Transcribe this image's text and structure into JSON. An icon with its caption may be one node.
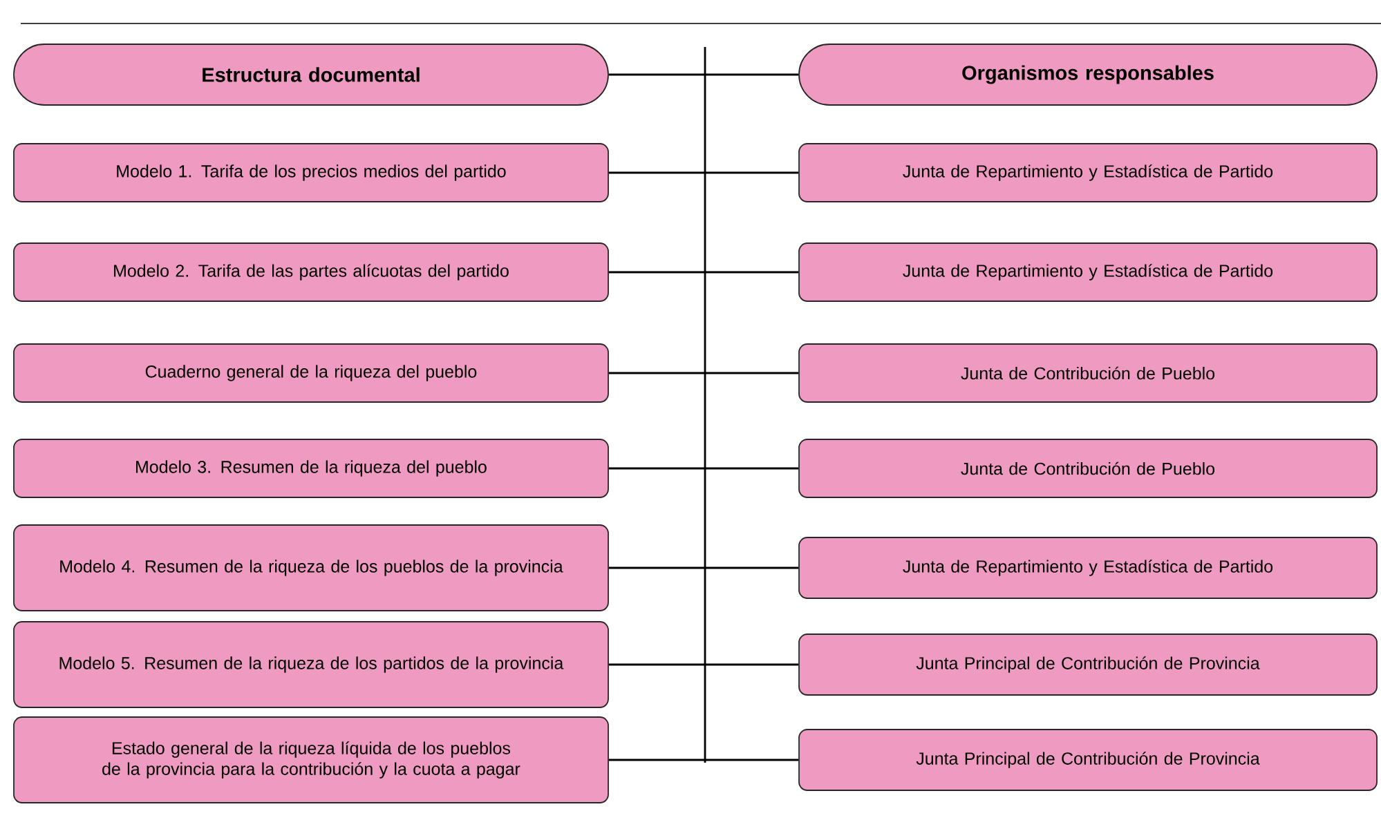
{
  "diagram": {
    "nodes": [
      {
        "text": [
          "Estructura documental"
        ]
      },
      {
        "text": [
          "Organismos responsables"
        ]
      },
      {
        "text": [
          "Modelo 1. Tarifa de los precios medios del partido"
        ]
      },
      {
        "text": [
          "Junta de Repartimiento y Estadística de Partido"
        ]
      },
      {
        "text": [
          "Modelo 2. Tarifa de las partes alícuotas del partido"
        ]
      },
      {
        "text": [
          "Junta de Repartimiento y Estadística de Partido"
        ]
      },
      {
        "text": [
          "Cuaderno general de la riqueza del pueblo"
        ]
      },
      {
        "text": [
          "Junta de Contribución de Pueblo"
        ]
      },
      {
        "text": [
          "Modelo 3. Resumen de la riqueza del pueblo"
        ]
      },
      {
        "text": [
          "Junta de Contribución de Pueblo"
        ]
      },
      {
        "text": [
          "Modelo 4. Resumen de la riqueza de los pueblos de la provincia"
        ]
      },
      {
        "text": [
          "Junta de Repartimiento y Estadística de Partido"
        ]
      },
      {
        "text": [
          "Modelo 5. Resumen de la riqueza de los partidos de la provincia"
        ]
      },
      {
        "text": [
          "Junta Principal de Contribución de Provincia"
        ]
      },
      {
        "text": [
          "Estado general de la riqueza líquida de los pueblos de la provincia para la contribución y la cuota a pagar"
        ]
      },
      {
        "text": [
          "Junta Principal de Contribución de Provincia"
        ]
      }
    ],
    "edges": [
      {
        "from": 0,
        "to": 1,
        "arrow": "none"
      },
      {
        "from": 2,
        "to": 3,
        "arrow": "none"
      },
      {
        "from": 4,
        "to": 5,
        "arrow": "none"
      },
      {
        "from": 6,
        "to": 7,
        "arrow": "none"
      },
      {
        "from": 8,
        "to": 9,
        "arrow": "none"
      },
      {
        "from": 10,
        "to": 11,
        "arrow": "none"
      },
      {
        "from": 12,
        "to": 13,
        "arrow": "none"
      },
      {
        "from": 14,
        "to": 15,
        "arrow": "none"
      }
    ]
  }
}
